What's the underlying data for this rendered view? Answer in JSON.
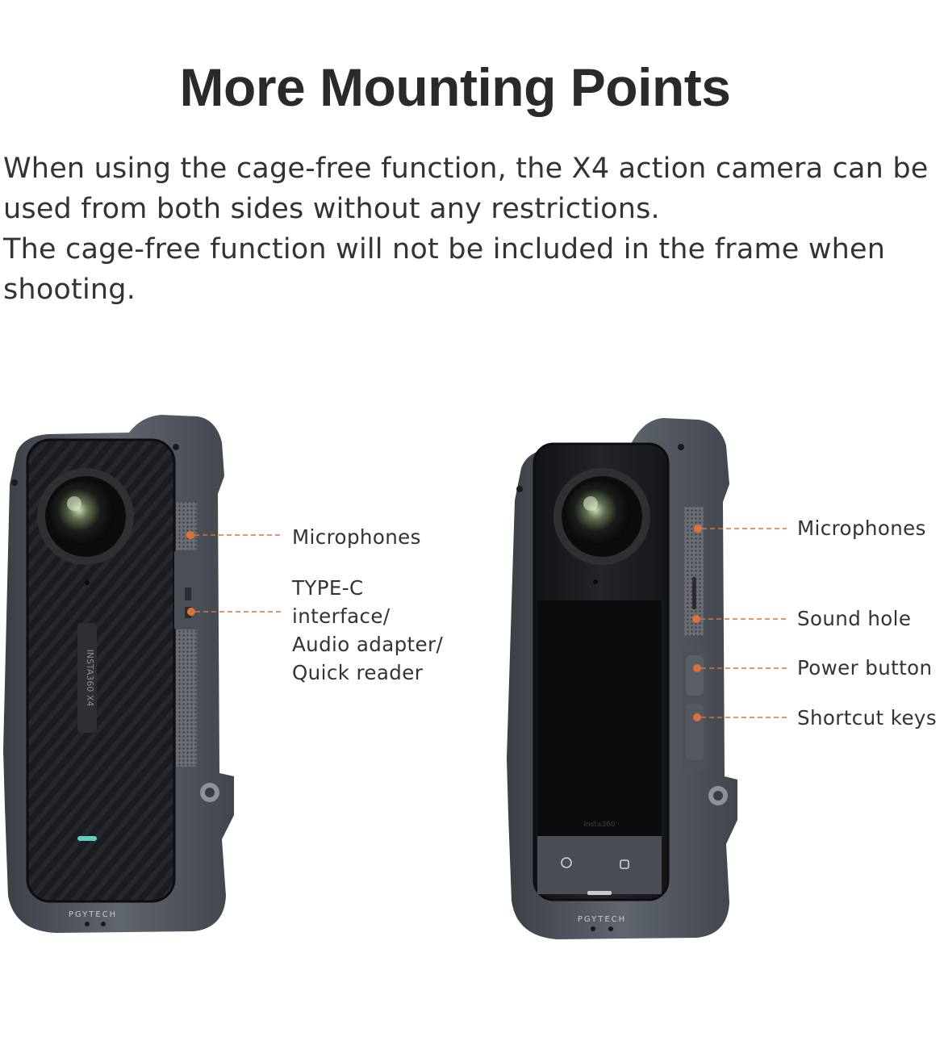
{
  "header": {
    "title": "More Mounting Points"
  },
  "description": {
    "line1": "When using the cage-free function, the X4 action camera can be used from both sides without any restrictions.",
    "line2": "The cage-free function will not be included in the frame when shooting."
  },
  "left_camera": {
    "callouts": [
      {
        "label": "Microphones"
      },
      {
        "label_lines": [
          "TYPE-C",
          "interface/",
          "Audio adapter/",
          "Quick reader"
        ]
      }
    ],
    "brand_text": "PGYTECH",
    "side_text": "INSTA360 X4"
  },
  "right_camera": {
    "callouts": [
      {
        "label": "Microphones"
      },
      {
        "label": "Sound hole"
      },
      {
        "label": "Power button"
      },
      {
        "label": "Shortcut keys"
      }
    ],
    "brand_text": "PGYTECH",
    "screen_text": "Insta360"
  },
  "colors": {
    "callout_dot": "#d9733a",
    "callout_line": "#d9733a",
    "cage": "#4e535c",
    "body": "#1c1d20"
  }
}
